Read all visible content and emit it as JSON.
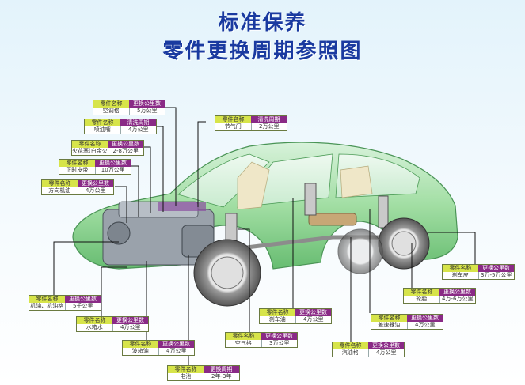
{
  "title_line1": "标准保养",
  "title_line2": "零件更换周期参照图",
  "labels": [
    {
      "id": "ac-filter",
      "h1": "零件名称",
      "h2": "更换公里数",
      "part": "空调格",
      "val": "5万公里"
    },
    {
      "id": "fuel-injector",
      "h1": "零件名称",
      "h2": "清洗周期",
      "part": "喷油嘴",
      "val": "4万公里"
    },
    {
      "id": "throttle",
      "h1": "零件名称",
      "h2": "清洗周期",
      "part": "节气门",
      "val": "2万公里"
    },
    {
      "id": "spark-plug",
      "h1": "零件名称",
      "h2": "更换公里数",
      "part": "火花塞(白金火花塞)",
      "val": "2-8万公里"
    },
    {
      "id": "timing-belt",
      "h1": "零件名称",
      "h2": "更换公里数",
      "part": "正时皮带",
      "val": "10万公里"
    },
    {
      "id": "power-steering",
      "h1": "零件名称",
      "h2": "更换公里数",
      "part": "方向机油",
      "val": "4万公里"
    },
    {
      "id": "engine-oil",
      "h1": "零件名称",
      "h2": "更换公里数",
      "part": "机油、机油格",
      "val": "5千公里"
    },
    {
      "id": "coolant",
      "h1": "零件名称",
      "h2": "更换公里数",
      "part": "水箱水",
      "val": "4万公里"
    },
    {
      "id": "trans-oil",
      "h1": "零件名称",
      "h2": "更换公里数",
      "part": "波箱油",
      "val": "4万公里"
    },
    {
      "id": "battery",
      "h1": "零件名称",
      "h2": "更换周期",
      "part": "电池",
      "val": "2年-3年"
    },
    {
      "id": "air-filter",
      "h1": "零件名称",
      "h2": "更换公里数",
      "part": "空气格",
      "val": "3万公里"
    },
    {
      "id": "brake-fluid",
      "h1": "零件名称",
      "h2": "更换公里数",
      "part": "刹车油",
      "val": "4万公里"
    },
    {
      "id": "fuel-filter",
      "h1": "零件名称",
      "h2": "更换公里数",
      "part": "汽油格",
      "val": "4万公里"
    },
    {
      "id": "diff-oil",
      "h1": "零件名称",
      "h2": "更换公里数",
      "part": "差速器油",
      "val": "4万公里"
    },
    {
      "id": "tires",
      "h1": "零件名称",
      "h2": "更换公里数",
      "part": "轮胎",
      "val": "4万-6万公里"
    },
    {
      "id": "brake-pads",
      "h1": "零件名称",
      "h2": "更换公里数",
      "part": "刹车皮",
      "val": "3万-5万公里"
    }
  ]
}
